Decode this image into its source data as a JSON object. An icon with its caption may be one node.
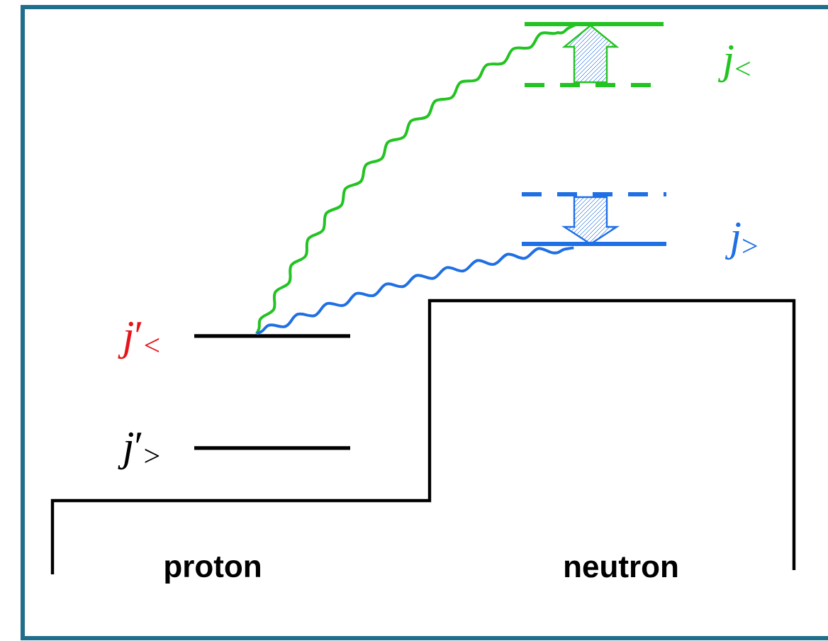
{
  "diagram": {
    "nodes": [
      {
        "text": [],
        "shape": "bar",
        "beside": [
          "*j*′$_{<}$"
        ]
      },
      {
        "text": [],
        "shape": "bar",
        "beside": [
          "*j*′$_{>}$"
        ]
      },
      {
        "text": [],
        "shape": "bar",
        "beside": [
          "*j*$_{<}$"
        ]
      },
      {
        "text": [],
        "shape": "bar",
        "beside": [
          "*j*$_{>}$"
        ]
      }
    ],
    "edges": [
      {
        "from": 0,
        "to": 2,
        "arrow": "none",
        "color": "#22c322"
      },
      {
        "from": 0,
        "to": 3,
        "arrow": "none",
        "color": "#1f6fe5"
      }
    ],
    "labels": [
      "proton",
      "neutron"
    ]
  }
}
